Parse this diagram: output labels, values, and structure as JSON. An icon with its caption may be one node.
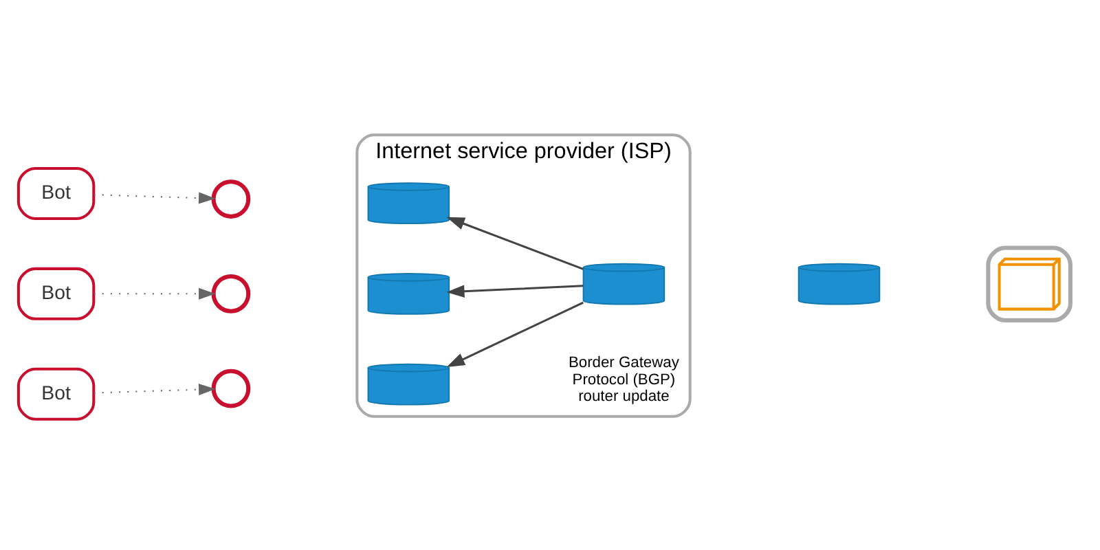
{
  "diagram": {
    "nodes": [
      {
        "text": [
          "Bot"
        ]
      },
      {
        "text": [
          "Bot"
        ]
      },
      {
        "text": [
          "Bot"
        ]
      },
      {
        "text": [],
        "shape": "circle"
      },
      {
        "text": [],
        "shape": "circle"
      },
      {
        "text": [],
        "shape": "circle"
      },
      {
        "text": [
          "Internet service provider (ISP)"
        ]
      },
      {
        "text": [],
        "shape": "cylinder",
        "in": 6
      },
      {
        "text": [],
        "shape": "cylinder",
        "in": 6
      },
      {
        "text": [],
        "shape": "cylinder",
        "in": 6
      },
      {
        "text": [],
        "shape": "cylinder",
        "in": 6,
        "beside": [
          "Border Gateway Protocol (BGP) router update"
        ]
      },
      {
        "text": [],
        "shape": "cylinder"
      },
      {
        "text": [],
        "shape": "cloud"
      },
      {
        "text": [],
        "shape": "picture",
        "in": 12
      }
    ],
    "edges": [
      {
        "from": 0,
        "to": 3,
        "arrow": "to",
        "style": "dashed"
      },
      {
        "from": 1,
        "to": 4,
        "arrow": "to",
        "style": "dashed"
      },
      {
        "from": 2,
        "to": 5,
        "arrow": "to",
        "style": "dashed"
      },
      {
        "from": 10,
        "to": 7,
        "arrow": "to"
      },
      {
        "from": 10,
        "to": 8,
        "arrow": "to"
      },
      {
        "from": 10,
        "to": 9,
        "arrow": "to"
      }
    ]
  }
}
